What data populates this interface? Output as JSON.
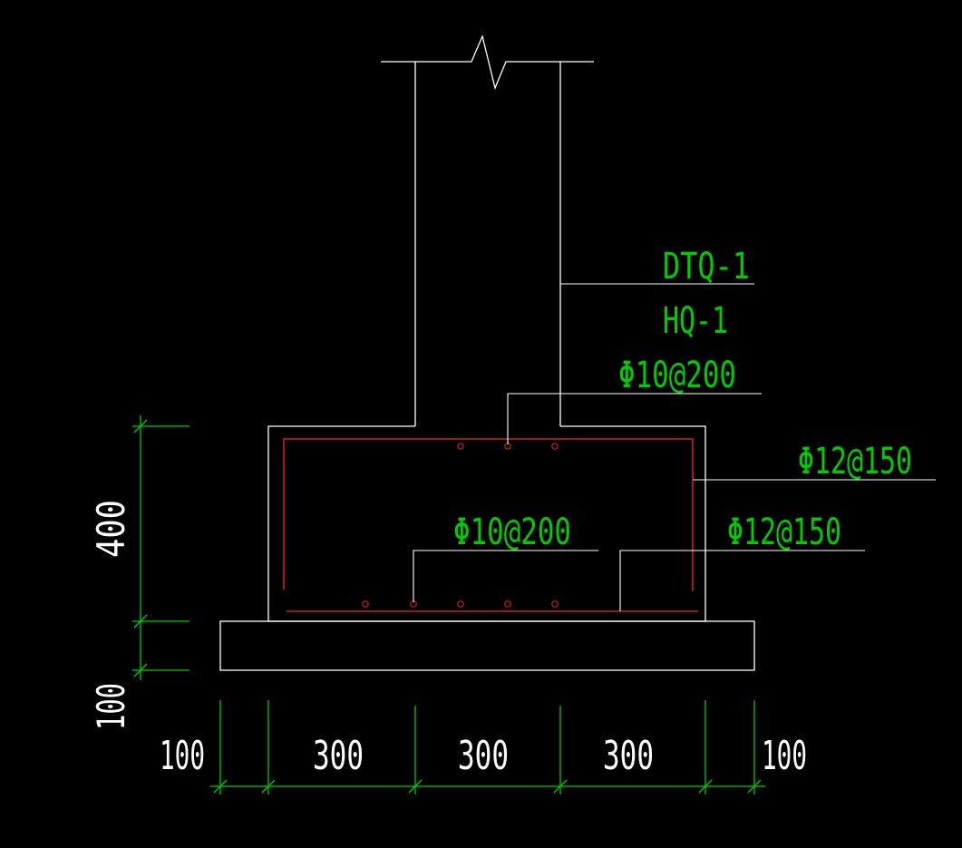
{
  "colors": {
    "background": "#000000",
    "outline": "#ffffff",
    "rebar": "#cc1f1f",
    "dimension": "#00cc00",
    "annotation_text": "#00cc00",
    "dimension_text": "#ffffff"
  },
  "labels": {
    "wall_tag": "DTQ-1",
    "beam_tag": "HQ-1",
    "top_distribution_bar": "Φ10@200",
    "main_stirrup": "Φ12@150",
    "bottom_distribution_bar": "Φ10@200",
    "bottom_main_bar": "Φ12@150"
  },
  "dimensions": {
    "vertical": {
      "footing_height": "400",
      "cushion_height": "100"
    },
    "horizontal": [
      "100",
      "300",
      "300",
      "300",
      "100"
    ]
  }
}
